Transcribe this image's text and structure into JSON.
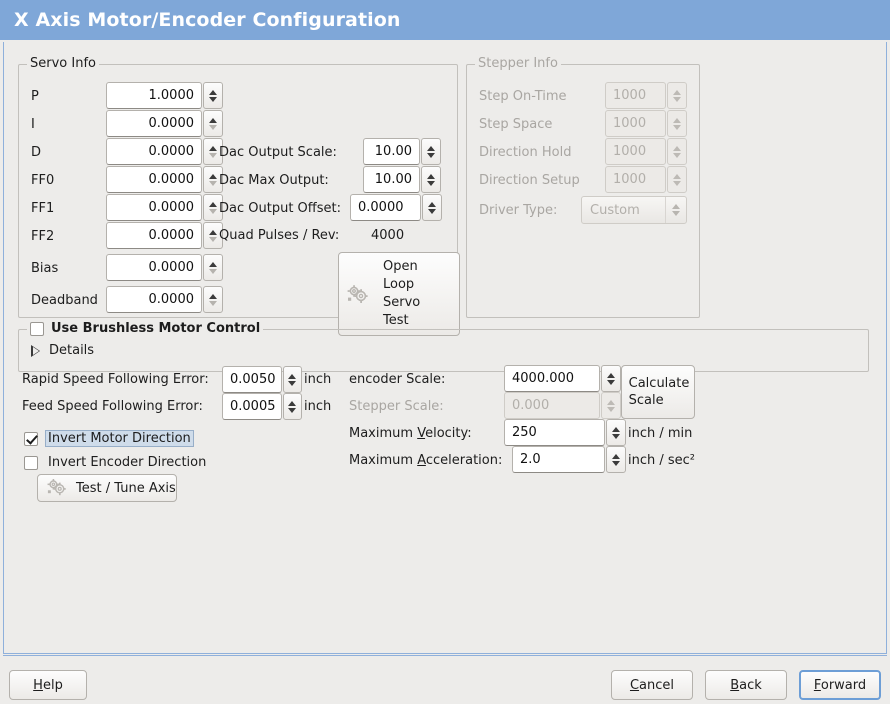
{
  "window": {
    "title": "X Axis Motor/Encoder Configuration",
    "accent_color": "#7fa7d8",
    "background_color": "#edecea"
  },
  "servo_info": {
    "legend": "Servo Info",
    "fields": [
      {
        "label": "P",
        "value": "1.0000"
      },
      {
        "label": "I",
        "value": "0.0000"
      },
      {
        "label": "D",
        "value": "0.0000"
      },
      {
        "label": "FF0",
        "value": "0.0000"
      },
      {
        "label": "FF1",
        "value": "0.0000"
      },
      {
        "label": "FF2",
        "value": "0.0000"
      },
      {
        "label": "Bias",
        "value": "0.0000"
      },
      {
        "label": "Deadband",
        "value": "0.0000"
      }
    ],
    "dac": [
      {
        "label": "Dac Output Scale:",
        "value": "10.00"
      },
      {
        "label": "Dac Max Output:",
        "value": "10.00"
      },
      {
        "label": "Dac Output Offset:",
        "value": "0.0000"
      }
    ],
    "quad_pulses_label": "Quad Pulses / Rev:",
    "quad_pulses_value": "4000",
    "open_loop_button": "Open\nLoop\nServo\nTest",
    "open_loop_lines": [
      "Open",
      "Loop",
      "Servo",
      "Test"
    ],
    "open_loop_icon": "gears-icon"
  },
  "stepper_info": {
    "legend": "Stepper Info",
    "enabled": false,
    "fields": [
      {
        "label": "Step On-Time",
        "value": "1000"
      },
      {
        "label": "Step Space",
        "value": "1000"
      },
      {
        "label": "Direction Hold",
        "value": "1000"
      },
      {
        "label": "Direction Setup",
        "value": "1000"
      }
    ],
    "driver_type_label": "Driver Type:",
    "driver_type_value": "Custom"
  },
  "brushless": {
    "checkbox_label": "Use Brushless Motor Control",
    "checked": false,
    "details_label": "Details",
    "expanded": false
  },
  "tuning": {
    "rapid_following_error": {
      "label": "Rapid Speed Following Error:",
      "value": "0.0050",
      "unit": "inch"
    },
    "feed_following_error": {
      "label": "Feed Speed Following Error:",
      "value": "0.0005",
      "unit": "inch"
    },
    "invert_motor": {
      "label": "Invert Motor Direction",
      "checked": true,
      "focused": true
    },
    "invert_encoder": {
      "label": "Invert Encoder Direction",
      "checked": false,
      "focused": false
    },
    "test_tune_button": "Test / Tune Axis",
    "test_tune_icon": "gears-icon"
  },
  "scaling": {
    "encoder_scale": {
      "label": "encoder Scale:",
      "value": "4000.000",
      "enabled": true
    },
    "stepper_scale": {
      "label": "Stepper Scale:",
      "value": "0.000",
      "enabled": false
    },
    "max_velocity": {
      "label_pre": "Maximum ",
      "mnemonic": "V",
      "label_post": "elocity:",
      "value": "250",
      "unit": "inch / min"
    },
    "max_acceleration": {
      "label_pre": "Maximum ",
      "mnemonic": "A",
      "label_post": "cceleration:",
      "value": "2.0",
      "unit": "inch / sec²"
    },
    "calculate_button_lines": [
      "Calculate",
      "Scale"
    ]
  },
  "footer": {
    "help": {
      "pre": "",
      "mnemonic": "H",
      "post": "elp",
      "focused": false
    },
    "cancel": {
      "pre": "",
      "mnemonic": "C",
      "post": "ancel",
      "focused": false
    },
    "back": {
      "pre": "",
      "mnemonic": "B",
      "post": "ack",
      "focused": false
    },
    "forward": {
      "pre": "",
      "mnemonic": "F",
      "post": "orward",
      "focused": true
    }
  }
}
